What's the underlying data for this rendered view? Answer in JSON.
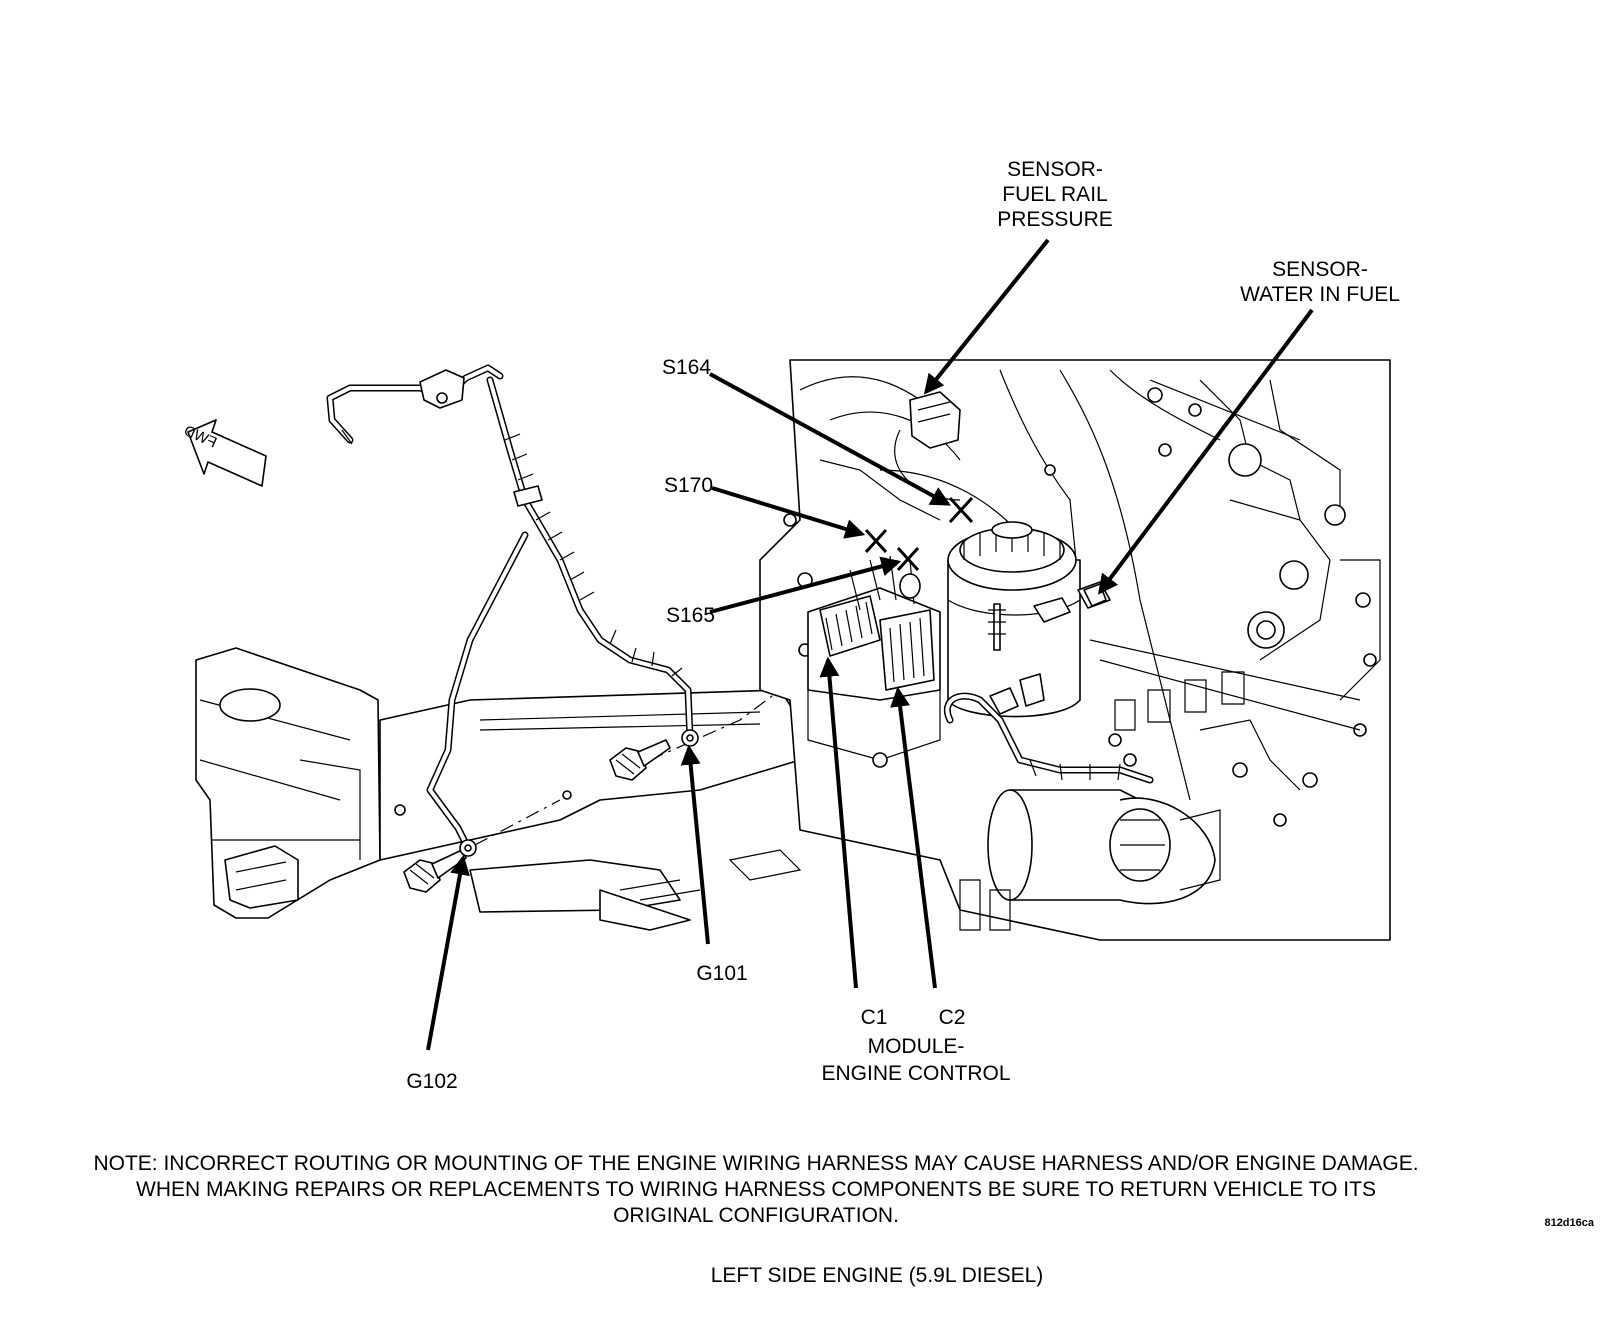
{
  "labels": {
    "fuel_rail_sensor": [
      "SENSOR-",
      "FUEL RAIL",
      "PRESSURE"
    ],
    "water_in_fuel_sensor": [
      "SENSOR-",
      "WATER IN FUEL"
    ],
    "s164": "S164",
    "s170": "S170",
    "s165": "S165",
    "g101": "G101",
    "g102": "G102",
    "c1": "C1",
    "c2": "C2",
    "module": [
      "MODULE-",
      "ENGINE CONTROL"
    ],
    "fwd": "FWD"
  },
  "note": [
    "NOTE: INCORRECT ROUTING OR MOUNTING OF THE ENGINE WIRING HARNESS MAY CAUSE HARNESS AND/OR ENGINE DAMAGE.",
    "WHEN MAKING REPAIRS OR REPLACEMENTS TO WIRING HARNESS COMPONENTS BE SURE TO RETURN VEHICLE TO ITS",
    "ORIGINAL CONFIGURATION."
  ],
  "caption": "LEFT SIDE ENGINE   (5.9L DIESEL)",
  "figure_code": "812d16ca"
}
